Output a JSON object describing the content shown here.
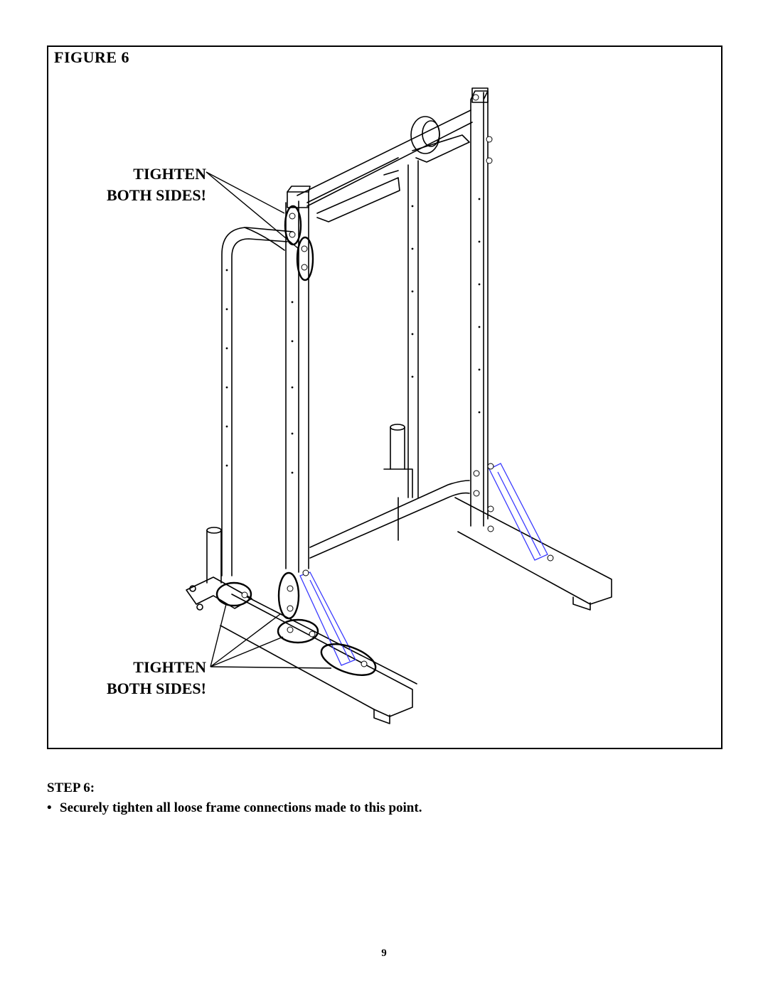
{
  "figure": {
    "title": "FIGURE 6",
    "callout_top": {
      "line1": "TIGHTEN",
      "line2": "BOTH SIDES!"
    },
    "callout_bottom": {
      "line1": "TIGHTEN",
      "line2": "BOTH SIDES!"
    },
    "colors": {
      "line": "#000000",
      "bracket": "#3a3aff"
    }
  },
  "step": {
    "heading": "STEP 6:",
    "bullet": "•",
    "text": "Securely tighten all loose frame connections made to this point."
  },
  "page_number": "9"
}
